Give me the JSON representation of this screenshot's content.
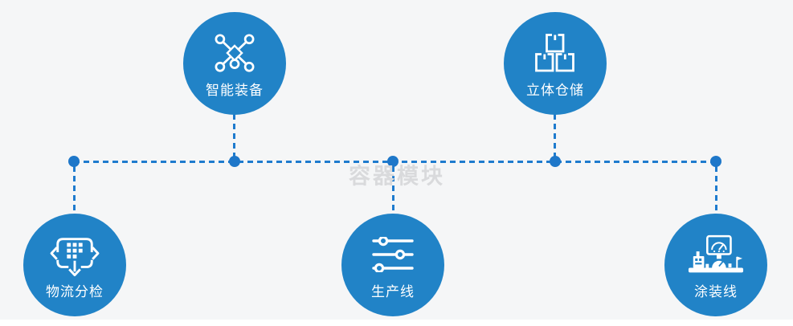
{
  "diagram": {
    "watermark": "容器模块",
    "colors": {
      "background": "#f5f6f7",
      "node_fill": "#2183c7",
      "connector_blue": "#1e7bce",
      "junction_dot": "#1e77c9",
      "label_text": "#ffffff",
      "watermark_text": "#d9dadc"
    },
    "nodes": [
      {
        "id": "smart-equipment",
        "label": "智能装备",
        "icon": "network-nodes-icon",
        "row": "top"
      },
      {
        "id": "stereo-warehouse",
        "label": "立体仓储",
        "icon": "stacked-boxes-icon",
        "row": "top"
      },
      {
        "id": "logistics-sorting",
        "label": "物流分检",
        "icon": "sort-distribute-icon",
        "row": "bottom"
      },
      {
        "id": "production-line",
        "label": "生产线",
        "icon": "sliders-icon",
        "row": "bottom"
      },
      {
        "id": "coating-line",
        "label": "涂装线",
        "icon": "control-station-icon",
        "row": "bottom"
      }
    ]
  }
}
